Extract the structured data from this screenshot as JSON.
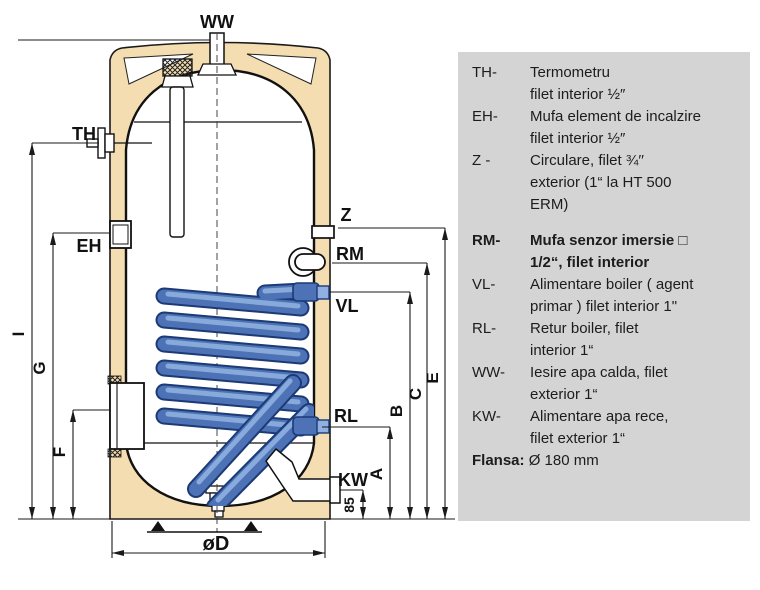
{
  "diagram": {
    "labels": {
      "ww": "WW",
      "th": "TH",
      "eh": "EH",
      "z": "Z",
      "rm": "RM",
      "vl": "VL",
      "rl": "RL",
      "kw": "KW"
    },
    "dims": {
      "i": "I",
      "g": "G",
      "f": "F",
      "a": "A",
      "b": "B",
      "c": "C",
      "e": "E",
      "diameter": "øD",
      "kw_height": "85"
    },
    "colors": {
      "insulation": "#f4ddb0",
      "coil_dark": "#1b3a76",
      "coil_mid": "#4d73b6",
      "coil_light": "#8fb0e0",
      "legend_bg": "#d3d4d3",
      "line": "#1a1a1a"
    }
  },
  "legend": {
    "entries": [
      {
        "label": "TH-",
        "line1": "Termometru",
        "line2": "filet interior ½″"
      },
      {
        "label": "EH-",
        "line1": "Mufa element de incalzire",
        "line2": "filet interior ½″"
      },
      {
        "label": "Z -",
        "line1": "Circulare, filet ¾′′",
        "line2": "exterior (1“ la HT 500",
        "line3": "ERM)"
      },
      {
        "label": "RM-",
        "line1": "Mufa senzor imersie □",
        "line2": "1/2“,  filet interior"
      },
      {
        "label": "VL-",
        "line1": "Alimentare boiler ( agent",
        "line2": "primar ) filet interior 1\""
      },
      {
        "label": "RL-",
        "line1": "Retur boiler, filet",
        "line2": "interior 1“"
      },
      {
        "label": "WW-",
        "line1": "Iesire apa calda, filet",
        "line2": "exterior 1“"
      },
      {
        "label": "KW-",
        "line1": "Alimentare apa rece,",
        "line2": "filet exterior 1“"
      }
    ],
    "flansa_label": "Flansa:",
    "flansa_value": "Ø 180 mm"
  }
}
